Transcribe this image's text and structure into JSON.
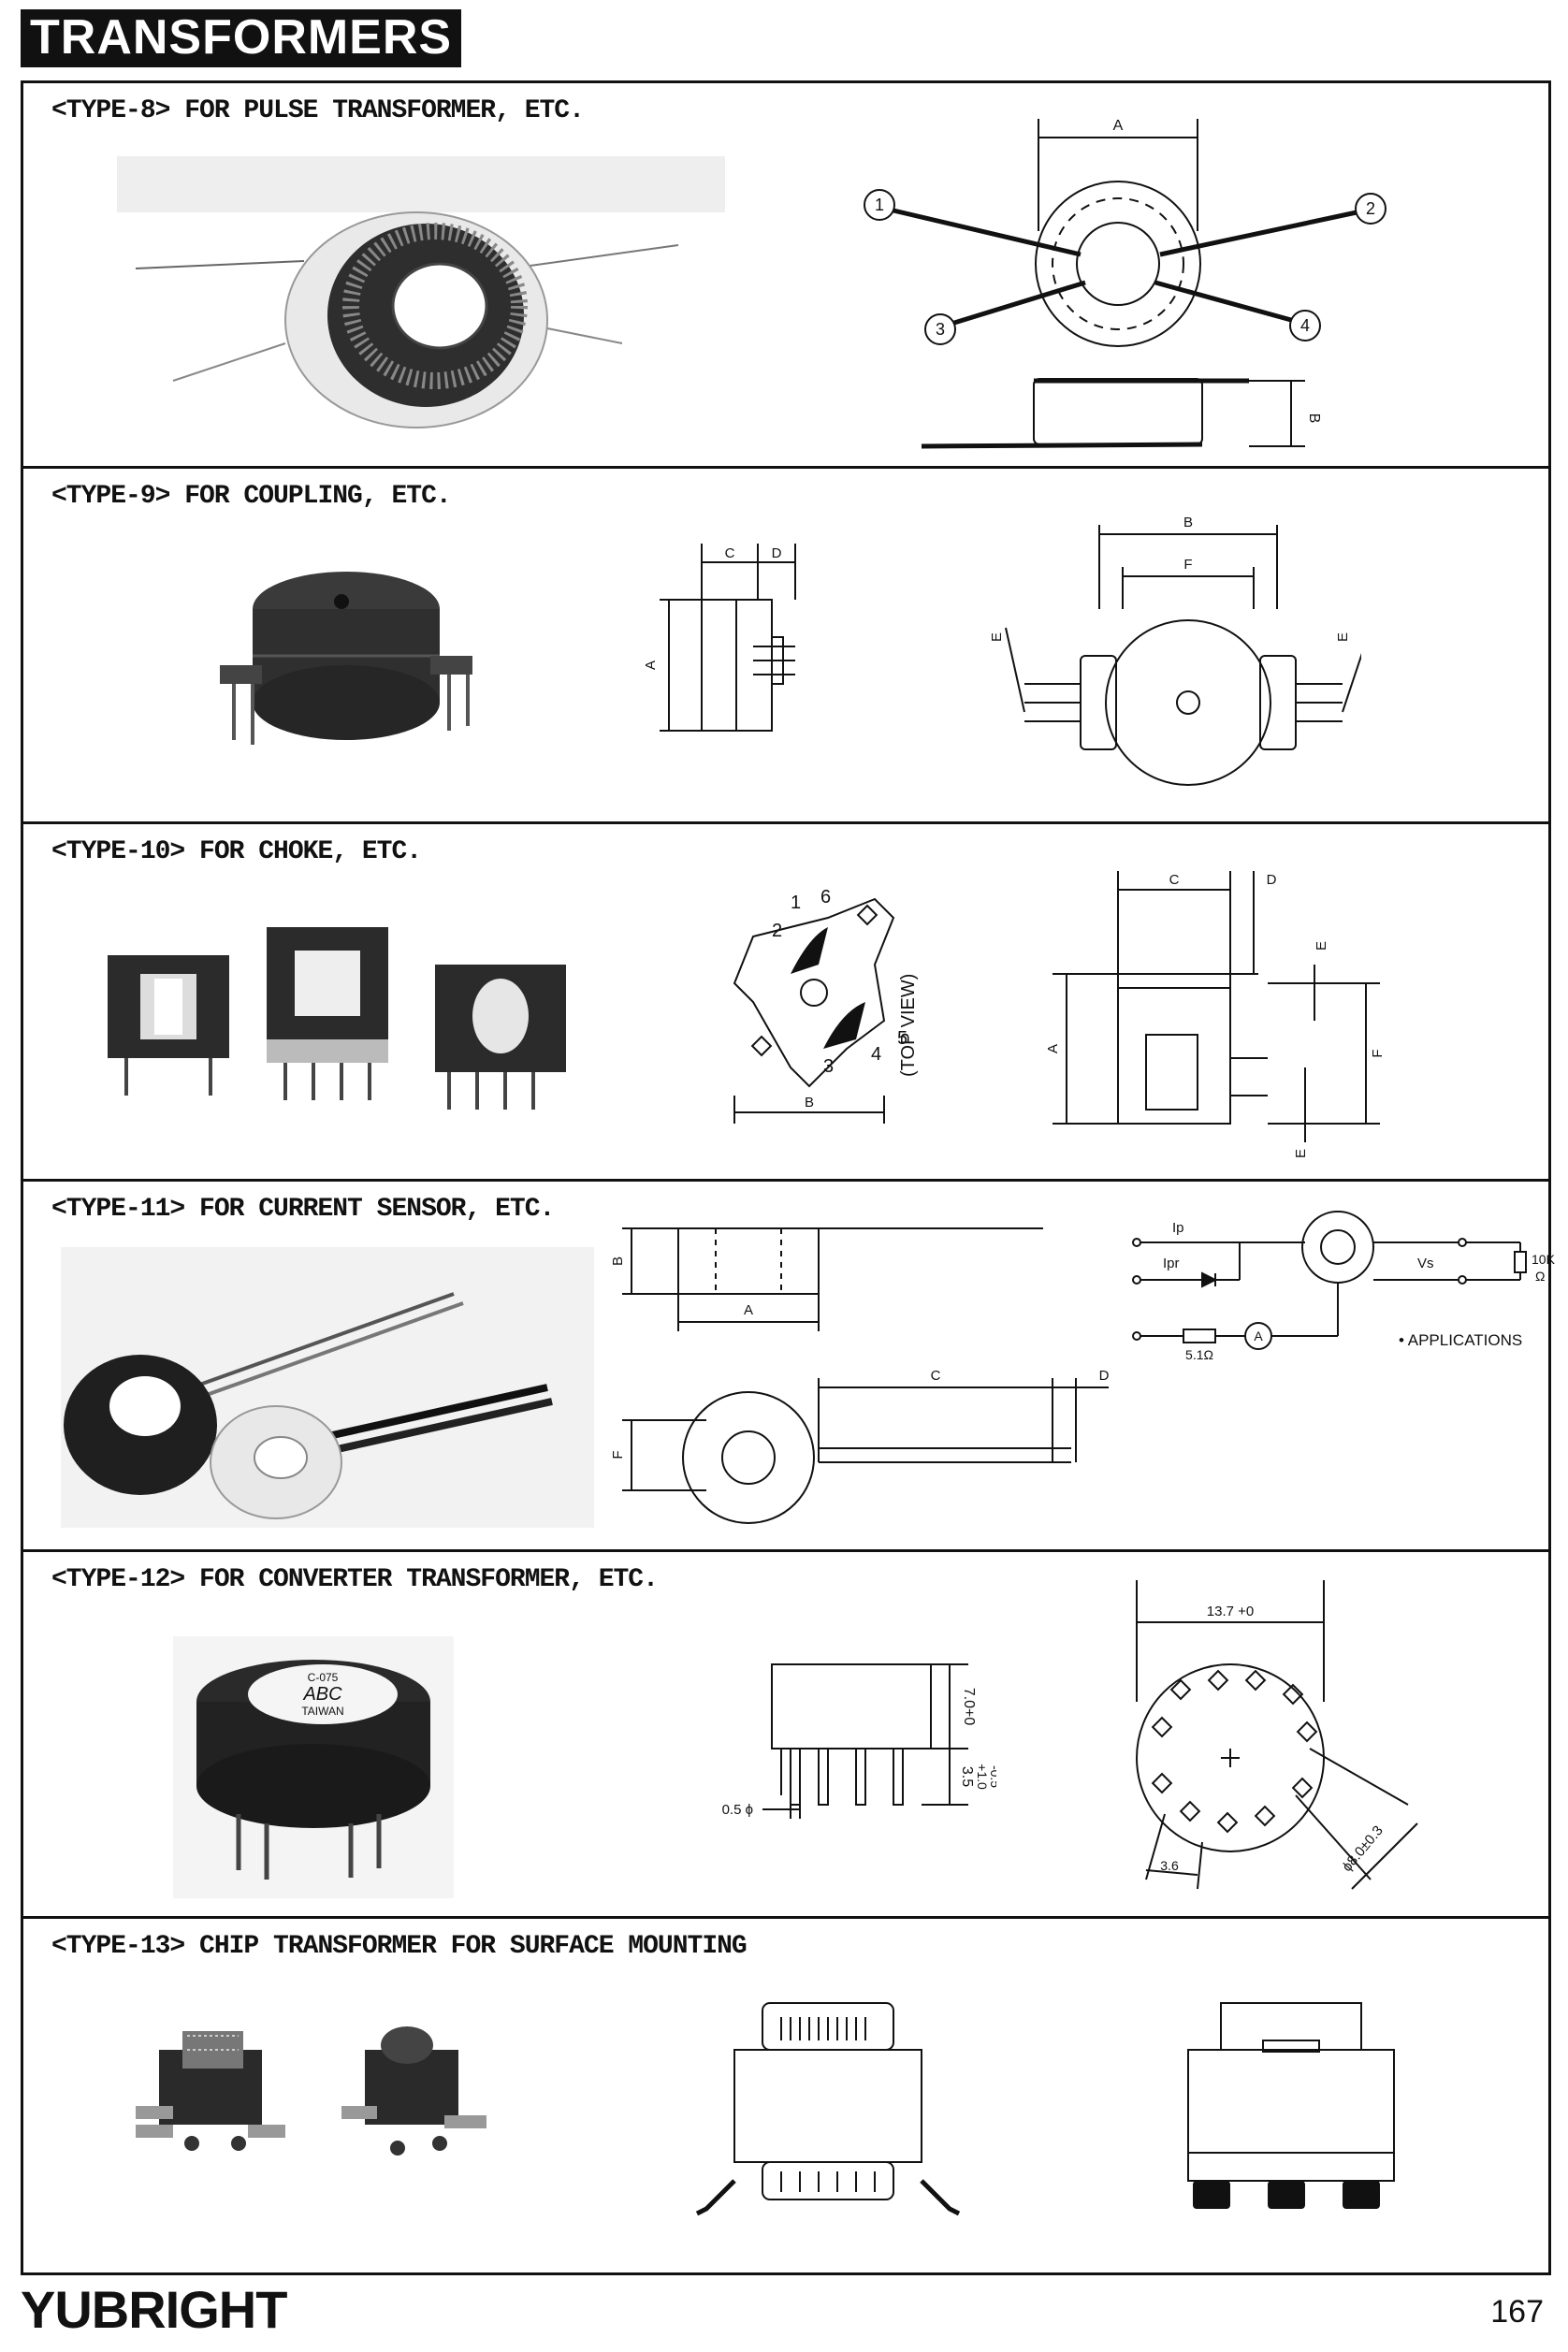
{
  "header": {
    "title": "TRANSFORMERS"
  },
  "sections": [
    {
      "title": "<TYPE-8> FOR PULSE TRANSFORMER, ETC.",
      "drawing_labels": {
        "a": "A",
        "b": "B",
        "pin1": "1",
        "pin2": "2",
        "pin3": "3",
        "pin4": "4"
      }
    },
    {
      "title": "<TYPE-9> FOR COUPLING, ETC.",
      "drawing_labels": {
        "a": "A",
        "b": "B",
        "c": "C",
        "d": "D",
        "e_left": "E",
        "e_right": "E",
        "f": "F"
      }
    },
    {
      "title": "<TYPE-10> FOR CHOKE, ETC.",
      "drawing_labels": {
        "pin1": "1",
        "pin2": "2",
        "pin3": "3",
        "pin4": "4",
        "pin5": "5",
        "pin6": "6",
        "top_view": "(TOP VIEW)",
        "b": "B",
        "a": "A",
        "c": "C",
        "d": "D",
        "e_top": "E",
        "e_bottom": "E",
        "f": "F"
      }
    },
    {
      "title": "<TYPE-11> FOR CURRENT SENSOR, ETC.",
      "drawing_labels": {
        "a": "A",
        "b": "B",
        "c": "C",
        "d": "D",
        "f": "F"
      },
      "circuit": {
        "ip": "Ip",
        "ipr": "Ipr",
        "vs": "Vs",
        "load": "10K",
        "ohm": "Ω",
        "resistor": "5.1Ω",
        "ammeter": "A",
        "applications": "• APPLICATIONS"
      }
    },
    {
      "title": "<TYPE-12> FOR CONVERTER TRANSFORMER, ETC.",
      "photo_marking": {
        "line1": "C-075",
        "line2": "ABC",
        "line3": "TAIWAN"
      },
      "drawing_labels": {
        "height": "7.0+0",
        "pin_len": "3.5",
        "pin_tol_plus": "+1.0",
        "pin_tol_minus": "-0.5",
        "pin_dia": "0.5 ϕ",
        "width": "13.7 +0",
        "pitch": "3.6",
        "pcd": "ϕ8.0±0.3"
      }
    },
    {
      "title": "<TYPE-13> CHIP TRANSFORMER FOR SURFACE MOUNTING"
    }
  ],
  "footer": {
    "brand": "YUBRIGHT",
    "page_number": "167"
  }
}
